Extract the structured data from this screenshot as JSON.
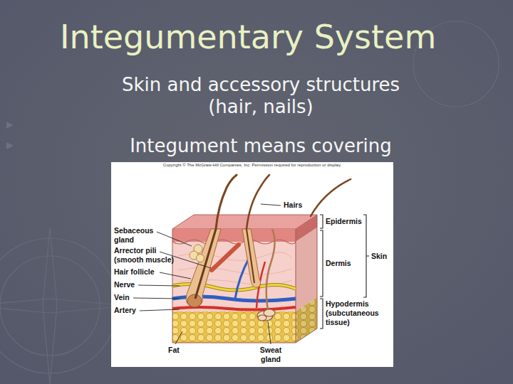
{
  "diagram": {
    "title": "Integumentary System",
    "labels": [
      "Skin and accessory structures (hair, nails)",
      "Integument means covering",
      "Copyright © The McGraw-Hill Companies, Inc. Permission required for reproduction or display.",
      "Hairs",
      "Sebaceous gland",
      "Arrector pili (smooth muscle)",
      "Hair follicle",
      "Nerve",
      "Vein",
      "Artery",
      "Fat",
      "Epidermis",
      "Skin",
      "Dermis",
      "Hypodermis (subcutaneous tissue)",
      "Sweat gland"
    ]
  }
}
